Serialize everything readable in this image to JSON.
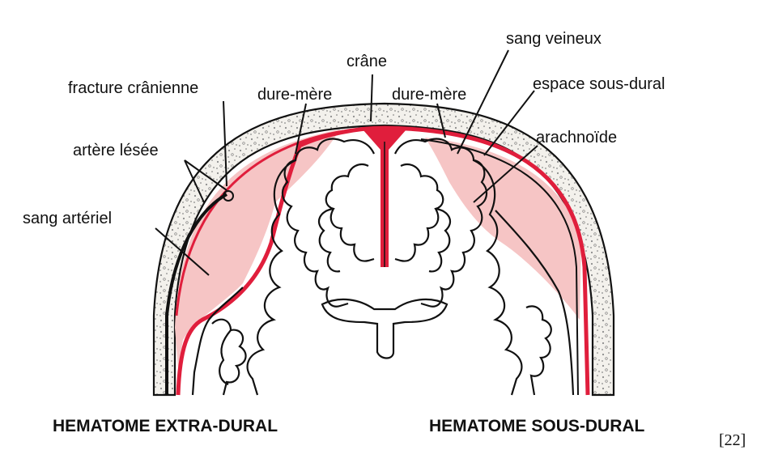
{
  "labels": {
    "crane": "crâne",
    "sang_veineux": "sang veineux",
    "fracture_cranienne": "fracture crânienne",
    "dure_mere_left": "dure-mère",
    "dure_mere_right": "dure-mère",
    "espace_sous_dural": "espace sous-dural",
    "artere_lesee": "artère lésée",
    "arachnoide": "arachnoïde",
    "sang_arteriel": "sang artériel"
  },
  "captions": {
    "left": "HEMATOME EXTRA-DURAL",
    "right": "HEMATOME SOUS-DURAL"
  },
  "reference": "[22]",
  "colors": {
    "dura": "#e01e3c",
    "blood": "#f6c5c5",
    "skull_fill": "#f4f2ee",
    "outline": "#111111"
  }
}
